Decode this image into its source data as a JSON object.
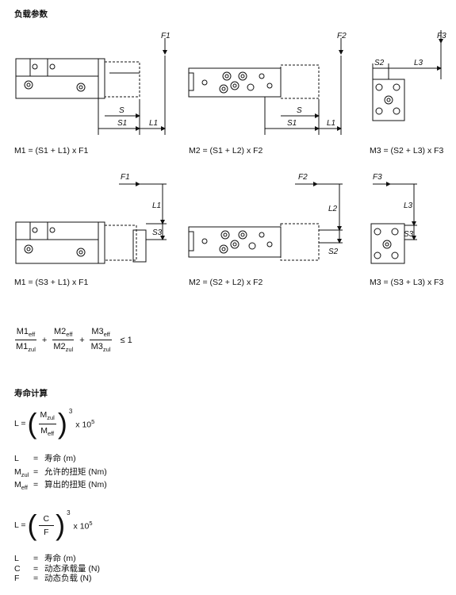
{
  "section_title": "负载参数",
  "captions": {
    "r1": [
      "M1 = (S1 + L1) x F1",
      "M2 = (S1 + L2) x F2",
      "M3 = (S2 + L3) x F3"
    ],
    "r2": [
      "M1 = (S3 + L1) x F1",
      "M2 = (S2 + L2) x F2",
      "M3 = (S3 + L3) x F3"
    ]
  },
  "labels": {
    "F1": "F1",
    "F2": "F2",
    "F3": "F3",
    "S": "S",
    "S1": "S1",
    "S2": "S2",
    "S3": "S3",
    "L1": "L1",
    "L2": "L2",
    "L3": "L3"
  },
  "ratio_formula": {
    "terms": [
      {
        "num": "M1",
        "num_sub": "eff",
        "den": "M1",
        "den_sub": "zul"
      },
      {
        "num": "M2",
        "num_sub": "eff",
        "den": "M2",
        "den_sub": "zul"
      },
      {
        "num": "M3",
        "num_sub": "eff",
        "den": "M3",
        "den_sub": "zul"
      }
    ],
    "plus": "+",
    "rhs": "≤ 1"
  },
  "life_title": "寿命计算",
  "life_formula_1": {
    "lhs": "L =",
    "num": "M",
    "num_sub": "zul",
    "den": "M",
    "den_sub": "eff",
    "exp": "3",
    "factor": "x 10",
    "factor_exp": "5"
  },
  "defs_1": [
    {
      "sym": "L",
      "sub": "",
      "eq": "=",
      "desc": "寿命 (m)"
    },
    {
      "sym": "M",
      "sub": "zul",
      "eq": "=",
      "desc": "允许的扭矩 (Nm)"
    },
    {
      "sym": "M",
      "sub": "eff",
      "eq": "=",
      "desc": "算出的扭矩 (Nm)"
    }
  ],
  "life_formula_2": {
    "lhs": "L =",
    "num": "C",
    "den": "F",
    "exp": "3",
    "factor": "x 10",
    "factor_exp": "5"
  },
  "defs_2": [
    {
      "sym": "L",
      "sub": "",
      "eq": "=",
      "desc": "寿命 (m)"
    },
    {
      "sym": "C",
      "sub": "",
      "eq": "=",
      "desc": "动态承载量 (N)"
    },
    {
      "sym": "F",
      "sub": "",
      "eq": "=",
      "desc": "动态负载 (N)"
    }
  ]
}
